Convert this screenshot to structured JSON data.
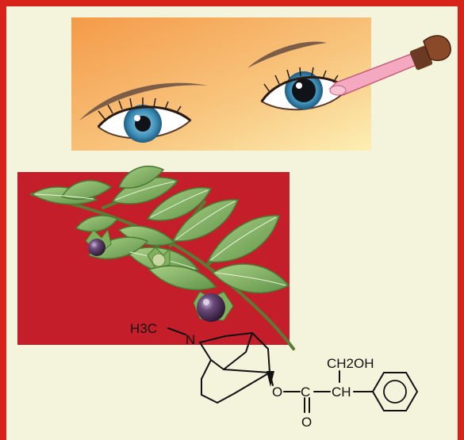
{
  "colors": {
    "border": "#d8231b",
    "background": "#f4f3dc",
    "plant_panel": "#c41e2a",
    "eye_panel_start": "#f49a48",
    "eye_panel_end": "#fcefb4",
    "iris": "#3e8fb8",
    "leaf": "#78a85a",
    "berry": "#4b2a4e"
  },
  "icons": {
    "eye_panel": "eyes-with-dropper-illustration",
    "plant_panel": "belladonna-branch-illustration",
    "molecule": "atropine-structural-formula"
  },
  "molecule": {
    "methyl_group": "H3C",
    "nitrogen": "N",
    "hydroxymethyl": "CH2OH",
    "ester_oxygen": "O",
    "carbonyl_carbon": "C",
    "methine": "CH",
    "carbonyl_oxygen": "O"
  }
}
